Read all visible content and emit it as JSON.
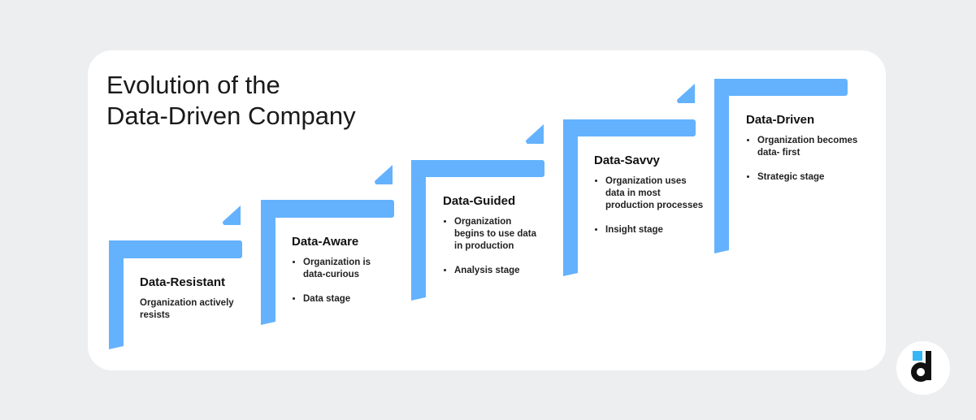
{
  "title_line1": "Evolution of the",
  "title_line2": "Data-Driven Company",
  "colors": {
    "accent": "#64b2fe",
    "background": "#edeef0",
    "card": "#ffffff"
  },
  "stages": [
    {
      "title": "Data-Resistant",
      "text": "Organization actively resists"
    },
    {
      "title": "Data-Aware",
      "bullets": [
        "Organization is data-curious",
        "Data stage"
      ]
    },
    {
      "title": "Data-Guided",
      "bullets": [
        "Organization begins to use data in production",
        "Analysis stage"
      ]
    },
    {
      "title": "Data-Savvy",
      "bullets": [
        "Organization uses data in most production processes",
        "Insight stage"
      ]
    },
    {
      "title": "Data-Driven",
      "bullets": [
        "Organization becomes data- first",
        "Strategic stage"
      ]
    }
  ],
  "logo_icon": "d-logo-icon"
}
